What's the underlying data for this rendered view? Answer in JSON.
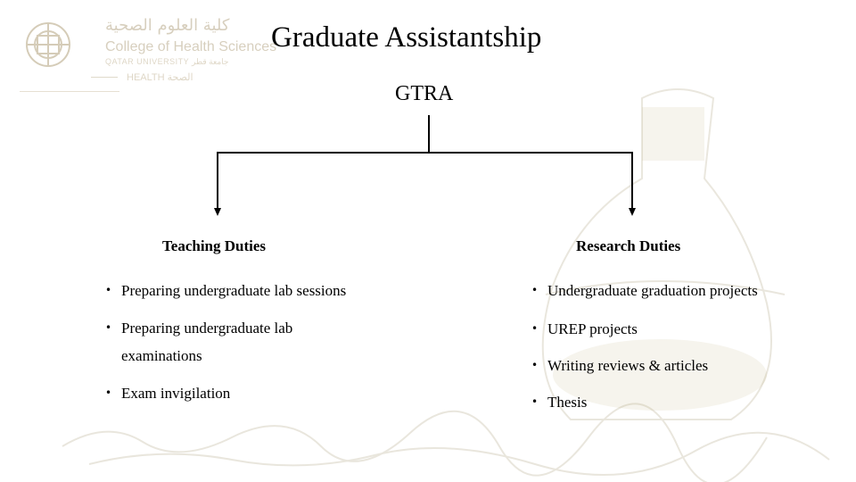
{
  "logo": {
    "arabic": "كلية العلوم الصحية",
    "english": "College of Health Sciences",
    "subtitle": "QATAR UNIVERSITY جامعة قطر",
    "health": "HEALTH الصحة"
  },
  "title": "Graduate Assistantship",
  "root": "GTRA",
  "branches": [
    {
      "heading": "Teaching Duties",
      "items": [
        "Preparing undergraduate lab sessions",
        "Preparing undergraduate lab examinations",
        "Exam invigilation"
      ]
    },
    {
      "heading": "Research Duties",
      "items": [
        "Undergraduate graduation projects",
        "UREP projects",
        "Writing reviews & articles",
        "Thesis"
      ]
    }
  ],
  "bullet": "•"
}
